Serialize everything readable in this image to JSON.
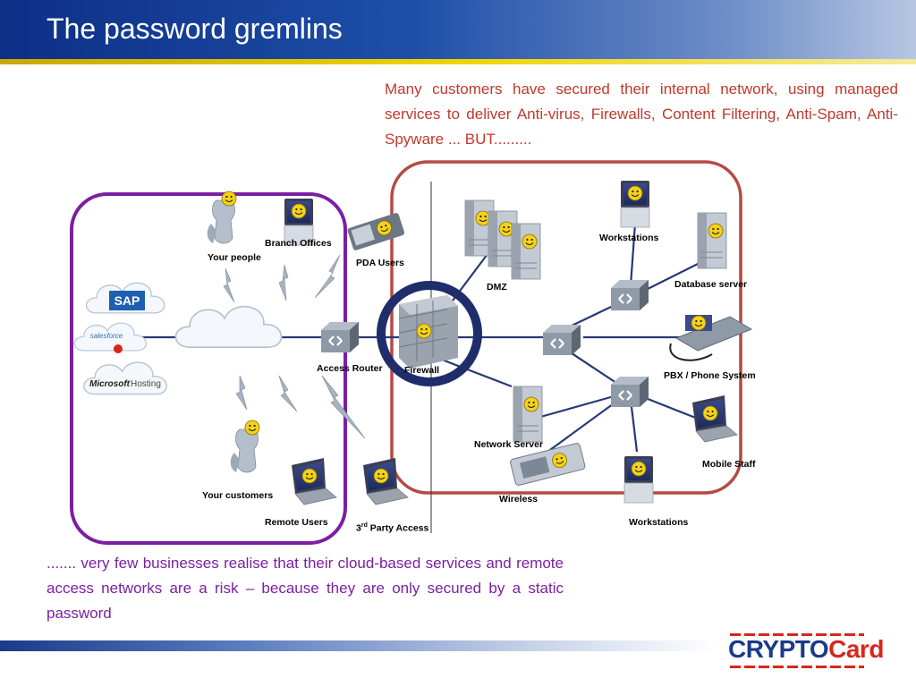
{
  "slide": {
    "title": "The password gremlins",
    "intro_text": "Many customers have secured their internal network, using managed services to deliver  Anti-virus, Firewalls, Content Filtering, Anti-Spam, Anti-Spyware ... BUT.........",
    "bottom_text": "....... very few businesses realise that their cloud-based services and remote access networks are a risk – because they are only secured by a static password"
  },
  "logo": {
    "part1": "CRYPTO",
    "part2": "Card"
  },
  "colors": {
    "header_blue": "#0d2f86",
    "gold_bar": "#e8c800",
    "intro_red": "#c0392b",
    "purple": "#7b1fa2",
    "internal_border": "#b54a44",
    "firewall_ring": "#1f2d6b",
    "link_navy": "#263a74"
  },
  "diagram": {
    "labels": {
      "your_people": "Your people",
      "branch_offices": "Branch Offices",
      "pda_users": "PDA Users",
      "access_router": "Access Router",
      "firewall": "Firewall",
      "dmz": "DMZ",
      "workstations_top": "Workstations",
      "database_server": "Database server",
      "pbx": "PBX / Phone System",
      "network_server": "Network Server",
      "mobile_staff": "Mobile Staff",
      "wireless": "Wireless",
      "workstations_bottom": "Workstations",
      "your_customers": "Your customers",
      "remote_users": "Remote Users",
      "third_party_num": "3",
      "third_party_sup": "rd",
      "third_party_rest": " Party Access"
    },
    "cloud_services": [
      "SAP",
      "salesforce",
      "Microsoft",
      "Hosting"
    ],
    "icons": [
      "person-icon",
      "monitor-icon",
      "pda-icon",
      "cloud-icon",
      "router-icon",
      "firewall-icon",
      "server-icon",
      "phone-icon",
      "laptop-icon",
      "lightning-icon"
    ]
  }
}
